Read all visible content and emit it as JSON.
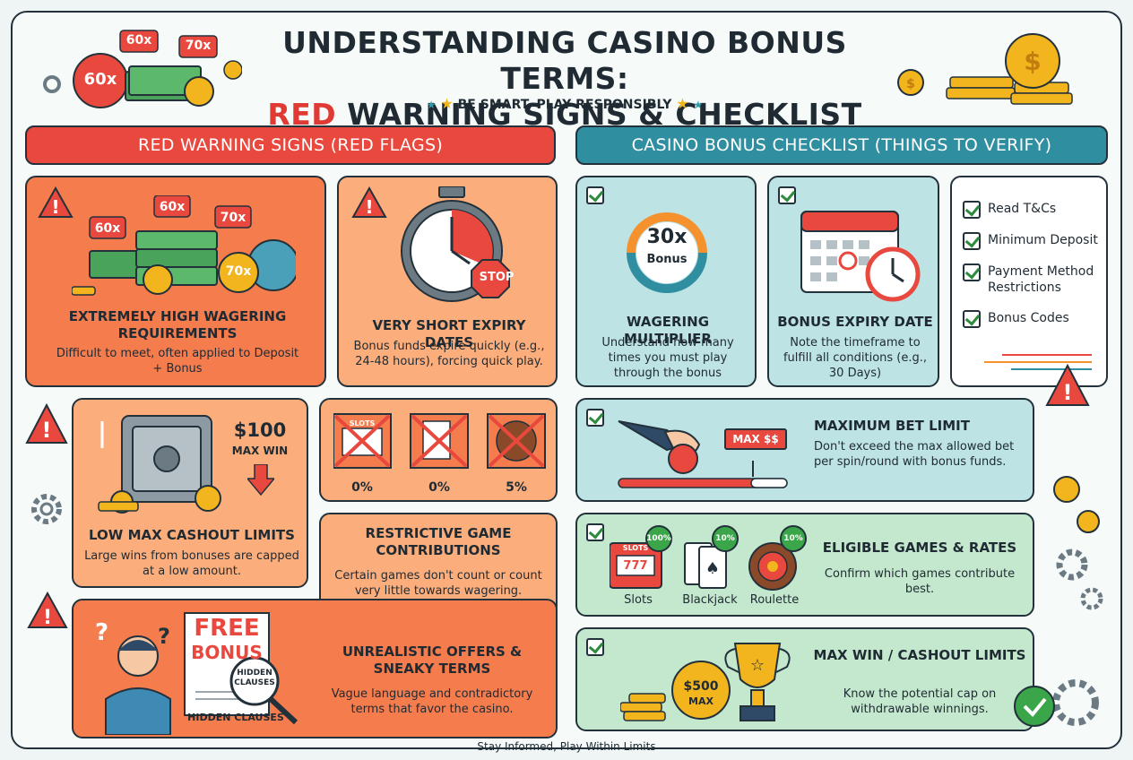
{
  "header": {
    "title_line1": "UNDERSTANDING CASINO BONUS TERMS:",
    "title_red": "RED",
    "title_line2_rest": " WARNING SIGNS & CHECKLIST",
    "tagline": "BE SMART, PLAY RESPONSIBLY",
    "deco_tags": [
      "60x",
      "70x",
      "60x"
    ]
  },
  "red_section": {
    "header": "RED WARNING SIGNS (RED FLAGS)",
    "wagering": {
      "title": "EXTREMELY HIGH WAGERING REQUIREMENTS",
      "desc": "Difficult to meet, often applied to Deposit + Bonus",
      "tags": [
        "60x",
        "60x",
        "70x",
        "70x"
      ]
    },
    "expiry": {
      "title": "VERY SHORT EXPIRY DATES",
      "desc": "Bonus funds expire quickly (e.g., 24-48 hours), forcing quick play.",
      "stop_label": "STOP"
    },
    "cashout": {
      "title": "LOW MAX CASHOUT LIMITS",
      "desc": "Large wins from bonuses are capped at a low amount.",
      "amount": "$100",
      "amount_label": "MAX WIN"
    },
    "contributions": {
      "game_labels": [
        "0%",
        "0%",
        "5%"
      ],
      "slots_label": "SLOTS",
      "title": "RESTRICTIVE GAME CONTRIBUTIONS",
      "desc": "Certain games don't count or count very little towards wagering."
    },
    "unrealistic": {
      "title": "UNREALISTIC OFFERS & SNEAKY TERMS",
      "desc": "Vague language and contradictory terms that favor the casino.",
      "free": "FREE",
      "bonus": "BONUS",
      "hidden_magnifier": "HIDDEN CLAUSES",
      "hidden_caption": "HIDDEN CLAUSES"
    }
  },
  "teal_section": {
    "header": "CASINO BONUS CHECKLIST (THINGS TO VERIFY)",
    "multiplier": {
      "badge_big": "30x",
      "badge_small": "Bonus",
      "title": "WAGERING MULTIPLIER",
      "desc": "Understand how many times you must play through the bonus"
    },
    "expiry": {
      "title": "BONUS EXPIRY DATE",
      "desc": "Note the timeframe to fulfill all conditions (e.g., 30 Days)"
    },
    "list": [
      "Read T&Cs",
      "Minimum Deposit",
      "Payment Method Restrictions",
      "Bonus Codes"
    ],
    "max_bet": {
      "sign": "MAX $$",
      "title": "MAXIMUM BET LIMIT",
      "desc": "Don't exceed the max allowed bet per spin/round with bonus funds."
    },
    "eligible": {
      "title": "ELIGIBLE GAMES & RATES",
      "desc": "Confirm which games contribute best.",
      "games": [
        {
          "name": "Slots",
          "rate": "100%"
        },
        {
          "name": "Blackjack",
          "rate": "10%"
        },
        {
          "name": "Roulette",
          "rate": "10%"
        }
      ],
      "slots_label": "SLOTS"
    },
    "maxwin": {
      "coin": "$500",
      "coin_label": "MAX",
      "title": "MAX WIN / CASHOUT LIMITS",
      "desc": "Know the potential cap on withdrawable winnings."
    }
  },
  "footer": "Stay Informed, Play Within Limits",
  "colors": {
    "red": "#e8483d",
    "teal": "#2f8ea0",
    "orange": "#f57c4d",
    "peach": "#fbae7c",
    "light_teal": "#bde3e4",
    "light_green": "#c4e8cd",
    "gold": "#f2b51e"
  },
  "icons": [
    "warning-icon",
    "stopwatch-icon",
    "safe-icon",
    "calendar-icon",
    "clock-icon",
    "checkbox-icon",
    "coin-icon",
    "trophy-icon",
    "gear-icon",
    "magnifier-icon"
  ]
}
